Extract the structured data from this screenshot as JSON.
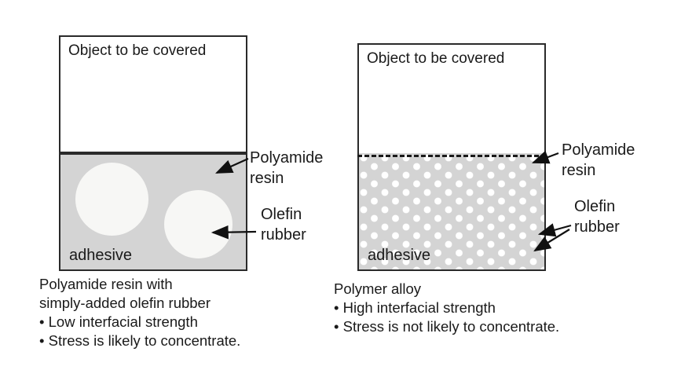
{
  "left_diagram": {
    "object_label": "Object to be covered",
    "adhesive_label": "adhesive",
    "polyamide_label": "Polyamide resin",
    "olefin_label": "Olefin rubber",
    "caption": {
      "line1": "Polyamide resin with",
      "line2": "simply-added olefin rubber",
      "bullet1": "• Low interfacial strength",
      "bullet2": "• Stress is likely to concentrate."
    }
  },
  "right_diagram": {
    "object_label": "Object to be covered",
    "adhesive_label": "adhesive",
    "polyamide_label": "Polyamide resin",
    "olefin_label": "Olefin rubber",
    "caption": {
      "line1": "Polymer alloy",
      "bullet1": "• High interfacial strength",
      "bullet2": "• Stress is not likely to concentrate."
    }
  },
  "colors": {
    "adhesive_gray": "#d4d4d4",
    "line_black": "#1a1a1a"
  }
}
